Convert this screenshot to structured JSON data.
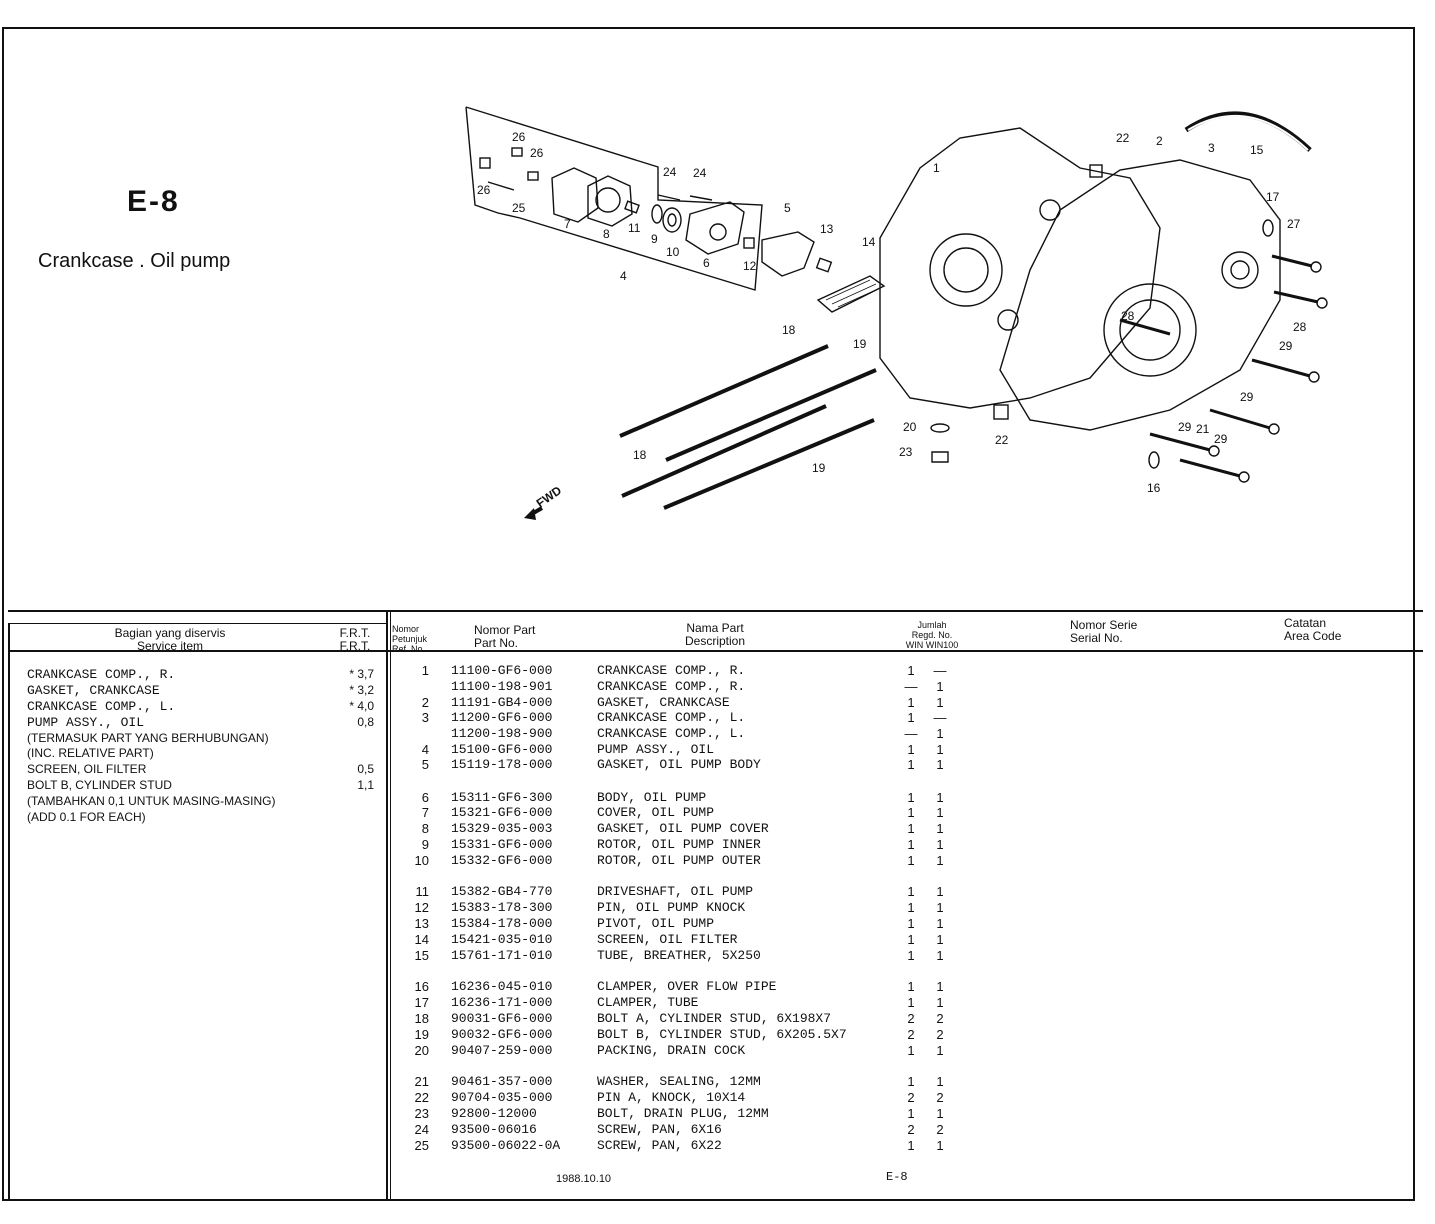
{
  "header": {
    "code": "E-8",
    "title": "Crankcase . Oil pump"
  },
  "diagram": {
    "callouts": [
      "1",
      "2",
      "3",
      "4",
      "5",
      "6",
      "7",
      "8",
      "9",
      "10",
      "11",
      "12",
      "13",
      "14",
      "15",
      "16",
      "17",
      "18",
      "18",
      "19",
      "19",
      "20",
      "21",
      "22",
      "22",
      "23",
      "24",
      "24",
      "25",
      "26",
      "26",
      "26",
      "27",
      "28",
      "28",
      "29",
      "29",
      "29",
      "29"
    ],
    "fwd_label": "FWD"
  },
  "service_table": {
    "col_item": {
      "id": "Bagian yang diservis",
      "en": "Service item"
    },
    "col_frt": {
      "id": "F.R.T.",
      "en": "F.R.T."
    },
    "items": [
      {
        "text": "CRANKCASE COMP., R.",
        "frt": "* 3,7",
        "mono": true
      },
      {
        "text": "GASKET, CRANKCASE",
        "frt": "* 3,2",
        "mono": true
      },
      {
        "text": "CRANKCASE COMP., L.",
        "frt": "* 4,0",
        "mono": true
      },
      {
        "text": "PUMP ASSY., OIL",
        "frt": "0,8",
        "mono": true
      },
      {
        "text": "(TERMASUK PART YANG BERHUBUNGAN)",
        "frt": "",
        "mono": false
      },
      {
        "text": "(INC. RELATIVE PART)",
        "frt": "",
        "mono": false
      },
      {
        "text": "SCREEN, OIL FILTER",
        "frt": "0,5",
        "mono": false
      },
      {
        "text": "BOLT B, CYLINDER STUD",
        "frt": "1,1",
        "mono": false
      },
      {
        "text": "(TAMBAHKAN 0,1 UNTUK MASING-MASING)",
        "frt": "",
        "mono": false
      },
      {
        "text": "(ADD 0.1 FOR EACH)",
        "frt": "",
        "mono": false
      }
    ]
  },
  "parts_table": {
    "col_ref": [
      "Nomor",
      "Petunjuk",
      "Ref. No."
    ],
    "col_part": [
      "Nomor Part",
      "Part No."
    ],
    "col_desc": [
      "Nama Part",
      "Description"
    ],
    "col_qty": [
      "Jumlah",
      "Regd. No.",
      "WIN  WIN100"
    ],
    "col_serial": [
      "Nomor Serie",
      "Serial No."
    ],
    "col_area": [
      "Catatan",
      "Area Code"
    ],
    "rows": [
      {
        "ref": "1",
        "part": "11100-GF6-000",
        "desc": "CRANKCASE COMP., R.",
        "q1": "1",
        "q2": "—"
      },
      {
        "ref": "",
        "part": "11100-198-901",
        "desc": "CRANKCASE COMP., R.",
        "q1": "—",
        "q2": "1"
      },
      {
        "ref": "2",
        "part": "11191-GB4-000",
        "desc": "GASKET, CRANKCASE",
        "q1": "1",
        "q2": "1"
      },
      {
        "ref": "3",
        "part": "11200-GF6-000",
        "desc": "CRANKCASE COMP., L.",
        "q1": "1",
        "q2": "—"
      },
      {
        "ref": "",
        "part": "11200-198-900",
        "desc": "CRANKCASE COMP., L.",
        "q1": "—",
        "q2": "1"
      },
      {
        "ref": "4",
        "part": "15100-GF6-000",
        "desc": "PUMP ASSY., OIL",
        "q1": "1",
        "q2": "1"
      },
      {
        "ref": "5",
        "part": "15119-178-000",
        "desc": "GASKET, OIL PUMP BODY",
        "q1": "1",
        "q2": "1"
      },
      {
        "ref": "6",
        "part": "15311-GF6-300",
        "desc": "BODY, OIL PUMP",
        "q1": "1",
        "q2": "1"
      },
      {
        "ref": "7",
        "part": "15321-GF6-000",
        "desc": "COVER, OIL PUMP",
        "q1": "1",
        "q2": "1"
      },
      {
        "ref": "8",
        "part": "15329-035-003",
        "desc": "GASKET, OIL PUMP COVER",
        "q1": "1",
        "q2": "1"
      },
      {
        "ref": "9",
        "part": "15331-GF6-000",
        "desc": "ROTOR, OIL PUMP INNER",
        "q1": "1",
        "q2": "1"
      },
      {
        "ref": "10",
        "part": "15332-GF6-000",
        "desc": "ROTOR, OIL PUMP OUTER",
        "q1": "1",
        "q2": "1"
      },
      {
        "ref": "11",
        "part": "15382-GB4-770",
        "desc": "DRIVESHAFT, OIL PUMP",
        "q1": "1",
        "q2": "1"
      },
      {
        "ref": "12",
        "part": "15383-178-300",
        "desc": "PIN, OIL PUMP KNOCK",
        "q1": "1",
        "q2": "1"
      },
      {
        "ref": "13",
        "part": "15384-178-000",
        "desc": "PIVOT, OIL PUMP",
        "q1": "1",
        "q2": "1"
      },
      {
        "ref": "14",
        "part": "15421-035-010",
        "desc": "SCREEN, OIL FILTER",
        "q1": "1",
        "q2": "1"
      },
      {
        "ref": "15",
        "part": "15761-171-010",
        "desc": "TUBE, BREATHER, 5X250",
        "q1": "1",
        "q2": "1"
      },
      {
        "ref": "16",
        "part": "16236-045-010",
        "desc": "CLAMPER, OVER FLOW PIPE",
        "q1": "1",
        "q2": "1"
      },
      {
        "ref": "17",
        "part": "16236-171-000",
        "desc": "CLAMPER, TUBE",
        "q1": "1",
        "q2": "1"
      },
      {
        "ref": "18",
        "part": "90031-GF6-000",
        "desc": "BOLT A, CYLINDER STUD, 6X198X7",
        "q1": "2",
        "q2": "2"
      },
      {
        "ref": "19",
        "part": "90032-GF6-000",
        "desc": "BOLT B, CYLINDER STUD, 6X205.5X7",
        "q1": "2",
        "q2": "2"
      },
      {
        "ref": "20",
        "part": "90407-259-000",
        "desc": "PACKING, DRAIN COCK",
        "q1": "1",
        "q2": "1"
      },
      {
        "ref": "21",
        "part": "90461-357-000",
        "desc": "WASHER, SEALING, 12MM",
        "q1": "1",
        "q2": "1"
      },
      {
        "ref": "22",
        "part": "90704-035-000",
        "desc": "PIN A, KNOCK, 10X14",
        "q1": "2",
        "q2": "2"
      },
      {
        "ref": "23",
        "part": "92800-12000",
        "desc": "BOLT, DRAIN PLUG, 12MM",
        "q1": "1",
        "q2": "1"
      },
      {
        "ref": "24",
        "part": "93500-06016",
        "desc": "SCREW, PAN, 6X16",
        "q1": "2",
        "q2": "2"
      },
      {
        "ref": "25",
        "part": "93500-06022-0A",
        "desc": "SCREW, PAN, 6X22",
        "q1": "1",
        "q2": "1"
      }
    ]
  },
  "footer": {
    "date": "1988.10.10",
    "page_code": "E-8"
  }
}
